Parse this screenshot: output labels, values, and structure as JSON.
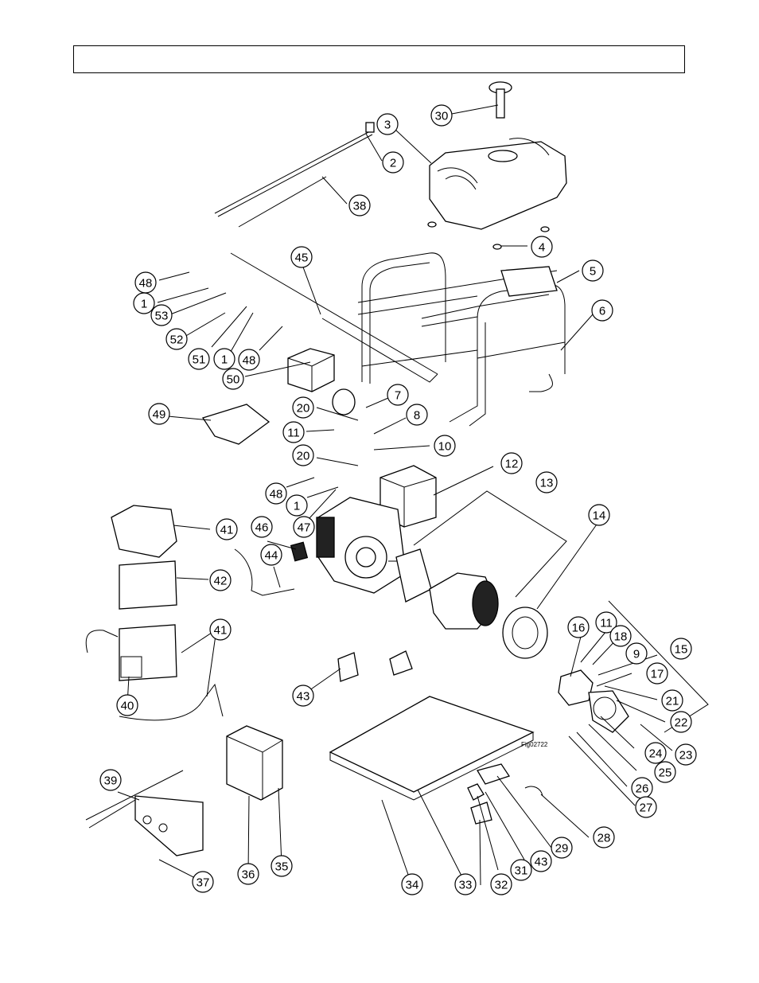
{
  "figure_id": "Fig02722",
  "callouts": [
    {
      "id": "c30",
      "label": "30"
    },
    {
      "id": "c3",
      "label": "3"
    },
    {
      "id": "c2",
      "label": "2"
    },
    {
      "id": "c38",
      "label": "38"
    },
    {
      "id": "c4",
      "label": "4"
    },
    {
      "id": "c45",
      "label": "45"
    },
    {
      "id": "c5",
      "label": "5"
    },
    {
      "id": "c6",
      "label": "6"
    },
    {
      "id": "c48a",
      "label": "48"
    },
    {
      "id": "c1a",
      "label": "1"
    },
    {
      "id": "c53",
      "label": "53"
    },
    {
      "id": "c52",
      "label": "52"
    },
    {
      "id": "c51",
      "label": "51"
    },
    {
      "id": "c1b",
      "label": "1"
    },
    {
      "id": "c48b",
      "label": "48"
    },
    {
      "id": "c50",
      "label": "50"
    },
    {
      "id": "c7",
      "label": "7"
    },
    {
      "id": "c20a",
      "label": "20"
    },
    {
      "id": "c8",
      "label": "8"
    },
    {
      "id": "c49",
      "label": "49"
    },
    {
      "id": "c11a",
      "label": "11"
    },
    {
      "id": "c10",
      "label": "10"
    },
    {
      "id": "c20b",
      "label": "20"
    },
    {
      "id": "c12",
      "label": "12"
    },
    {
      "id": "c13",
      "label": "13"
    },
    {
      "id": "c48c",
      "label": "48"
    },
    {
      "id": "c1c",
      "label": "1"
    },
    {
      "id": "c47",
      "label": "47"
    },
    {
      "id": "c14",
      "label": "14"
    },
    {
      "id": "c41a",
      "label": "41"
    },
    {
      "id": "c46",
      "label": "46"
    },
    {
      "id": "c44",
      "label": "44"
    },
    {
      "id": "c42",
      "label": "42"
    },
    {
      "id": "c41b",
      "label": "41"
    },
    {
      "id": "c16",
      "label": "16"
    },
    {
      "id": "c11b",
      "label": "11"
    },
    {
      "id": "c18",
      "label": "18"
    },
    {
      "id": "c15",
      "label": "15"
    },
    {
      "id": "c9",
      "label": "9"
    },
    {
      "id": "c17",
      "label": "17"
    },
    {
      "id": "c43a",
      "label": "43"
    },
    {
      "id": "c21",
      "label": "21"
    },
    {
      "id": "c40",
      "label": "40"
    },
    {
      "id": "c22",
      "label": "22"
    },
    {
      "id": "c23",
      "label": "23"
    },
    {
      "id": "c24",
      "label": "24"
    },
    {
      "id": "c25",
      "label": "25"
    },
    {
      "id": "c39",
      "label": "39"
    },
    {
      "id": "c26",
      "label": "26"
    },
    {
      "id": "c28",
      "label": "28"
    },
    {
      "id": "c27",
      "label": "27"
    },
    {
      "id": "c29",
      "label": "29"
    },
    {
      "id": "c43b",
      "label": "43"
    },
    {
      "id": "c31",
      "label": "31"
    },
    {
      "id": "c32",
      "label": "32"
    },
    {
      "id": "c33",
      "label": "33"
    },
    {
      "id": "c34",
      "label": "34"
    },
    {
      "id": "c35",
      "label": "35"
    },
    {
      "id": "c36",
      "label": "36"
    },
    {
      "id": "c37",
      "label": "37"
    }
  ]
}
